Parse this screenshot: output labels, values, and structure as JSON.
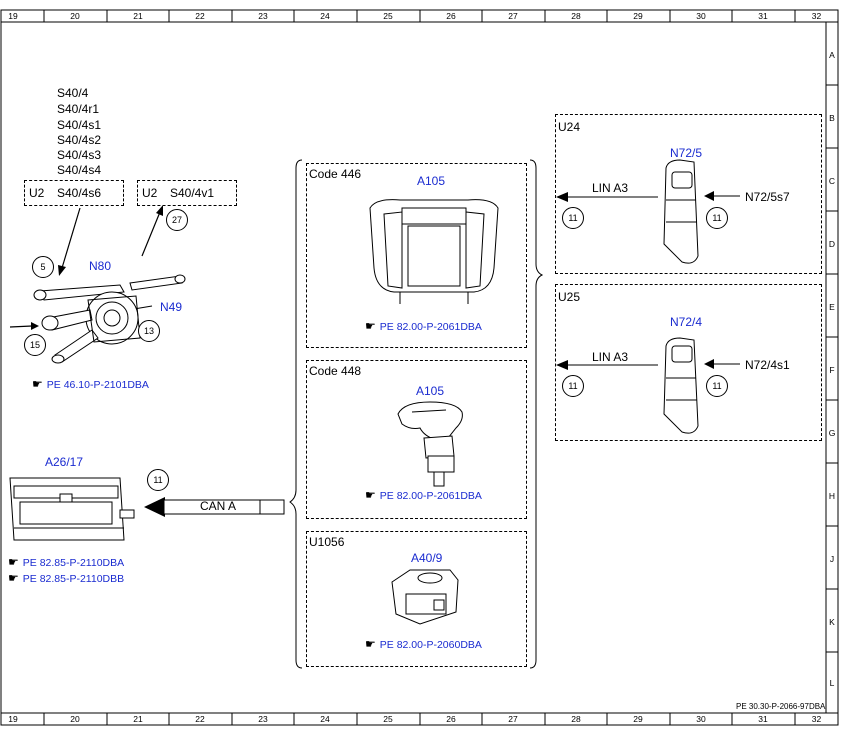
{
  "grid": {
    "columns": [
      "19",
      "20",
      "21",
      "22",
      "23",
      "24",
      "25",
      "26",
      "27",
      "28",
      "29",
      "30",
      "31",
      "32"
    ],
    "rows": [
      "A",
      "B",
      "C",
      "D",
      "E",
      "F",
      "G",
      "H",
      "J",
      "K",
      "L"
    ]
  },
  "footer_code": "PE 30.30-P-2066-97DBA",
  "left": {
    "switch_list": [
      "S40/4",
      "S40/4r1",
      "S40/4s1",
      "S40/4s2",
      "S40/4s3",
      "S40/4s4"
    ],
    "box1": {
      "prefix": "U2",
      "label": "S40/4s6"
    },
    "box2": {
      "prefix": "U2",
      "label": "S40/4v1"
    },
    "n80": "N80",
    "n49": "N49",
    "circle_5": "5",
    "circle_27": "27",
    "circle_13": "13",
    "circle_15": "15",
    "ref_switch": "PE 46.10-P-2101DBA",
    "a26_title": "A26/17",
    "circle_11": "11",
    "can_label": "CAN A",
    "ref_a26_1": "PE 82.85-P-2110DBA",
    "ref_a26_2": "PE 82.85-P-2110DBB"
  },
  "middle": {
    "code446": {
      "label": "Code 446",
      "component": "A105",
      "ref": "PE 82.00-P-2061DBA"
    },
    "code448": {
      "label": "Code 448",
      "component": "A105",
      "ref": "PE 82.00-P-2061DBA"
    },
    "u1056": {
      "label": "U1056",
      "component": "A40/9",
      "ref": "PE 82.00-P-2060DBA"
    }
  },
  "right": {
    "u24": {
      "label": "U24",
      "component": "N72/5",
      "lin": "LIN A3",
      "switch": "N72/5s7",
      "circle_a": "11",
      "circle_b": "11"
    },
    "u25": {
      "label": "U25",
      "component": "N72/4",
      "lin": "LIN A3",
      "switch": "N72/4s1",
      "circle_a": "11",
      "circle_b": "11"
    }
  },
  "icons": {
    "hand": "pointing-hand-icon"
  }
}
